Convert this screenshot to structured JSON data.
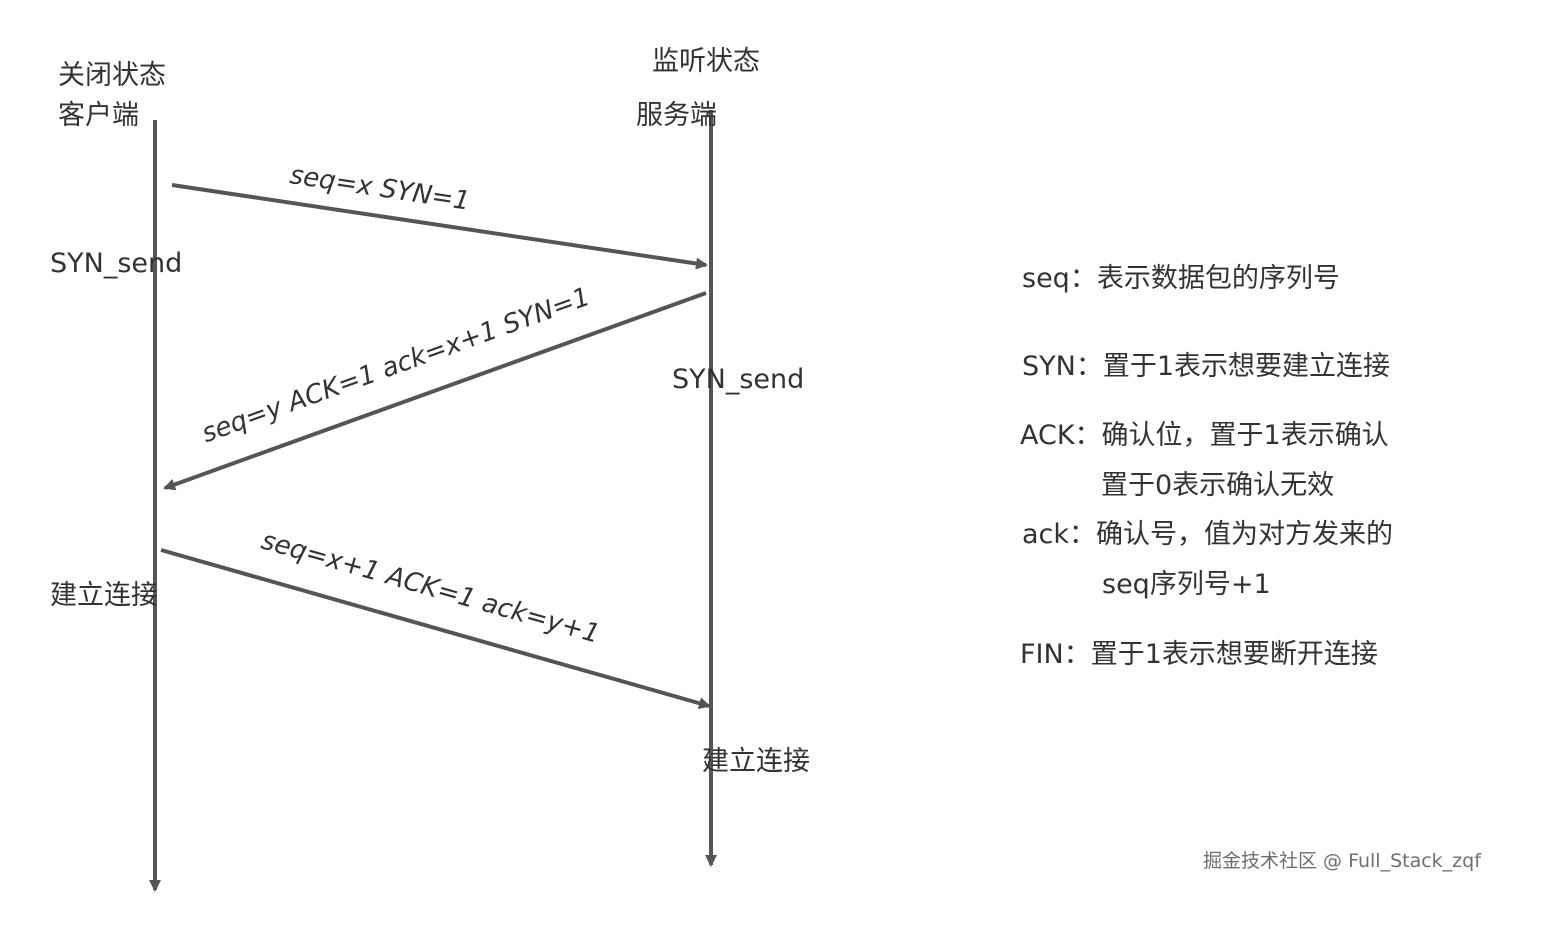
{
  "client": {
    "state": "关闭状态",
    "name": "客户端",
    "label_syn_send": "SYN_send",
    "label_established": "建立连接"
  },
  "server": {
    "state": "监听状态",
    "name": "服务端",
    "label_syn_send": "SYN_send",
    "label_established": "建立连接"
  },
  "messages": [
    {
      "text": "seq=x    SYN=1"
    },
    {
      "text": "seq=y   ACK=1   ack=x+1   SYN=1"
    },
    {
      "text": "seq=x+1  ACK=1   ack=y+1"
    }
  ],
  "legend": [
    "seq：表示数据包的序列号",
    "SYN：置于1表示想要建立连接",
    "ACK：确认位，置于1表示确认",
    "置于0表示确认无效",
    "ack：确认号，值为对方发来的",
    "seq序列号+1",
    "FIN：置于1表示想要断开连接"
  ],
  "watermark": "掘金技术社区 @ Full_Stack_zqf",
  "colors": {
    "line": "#555555",
    "text": "#333333"
  }
}
